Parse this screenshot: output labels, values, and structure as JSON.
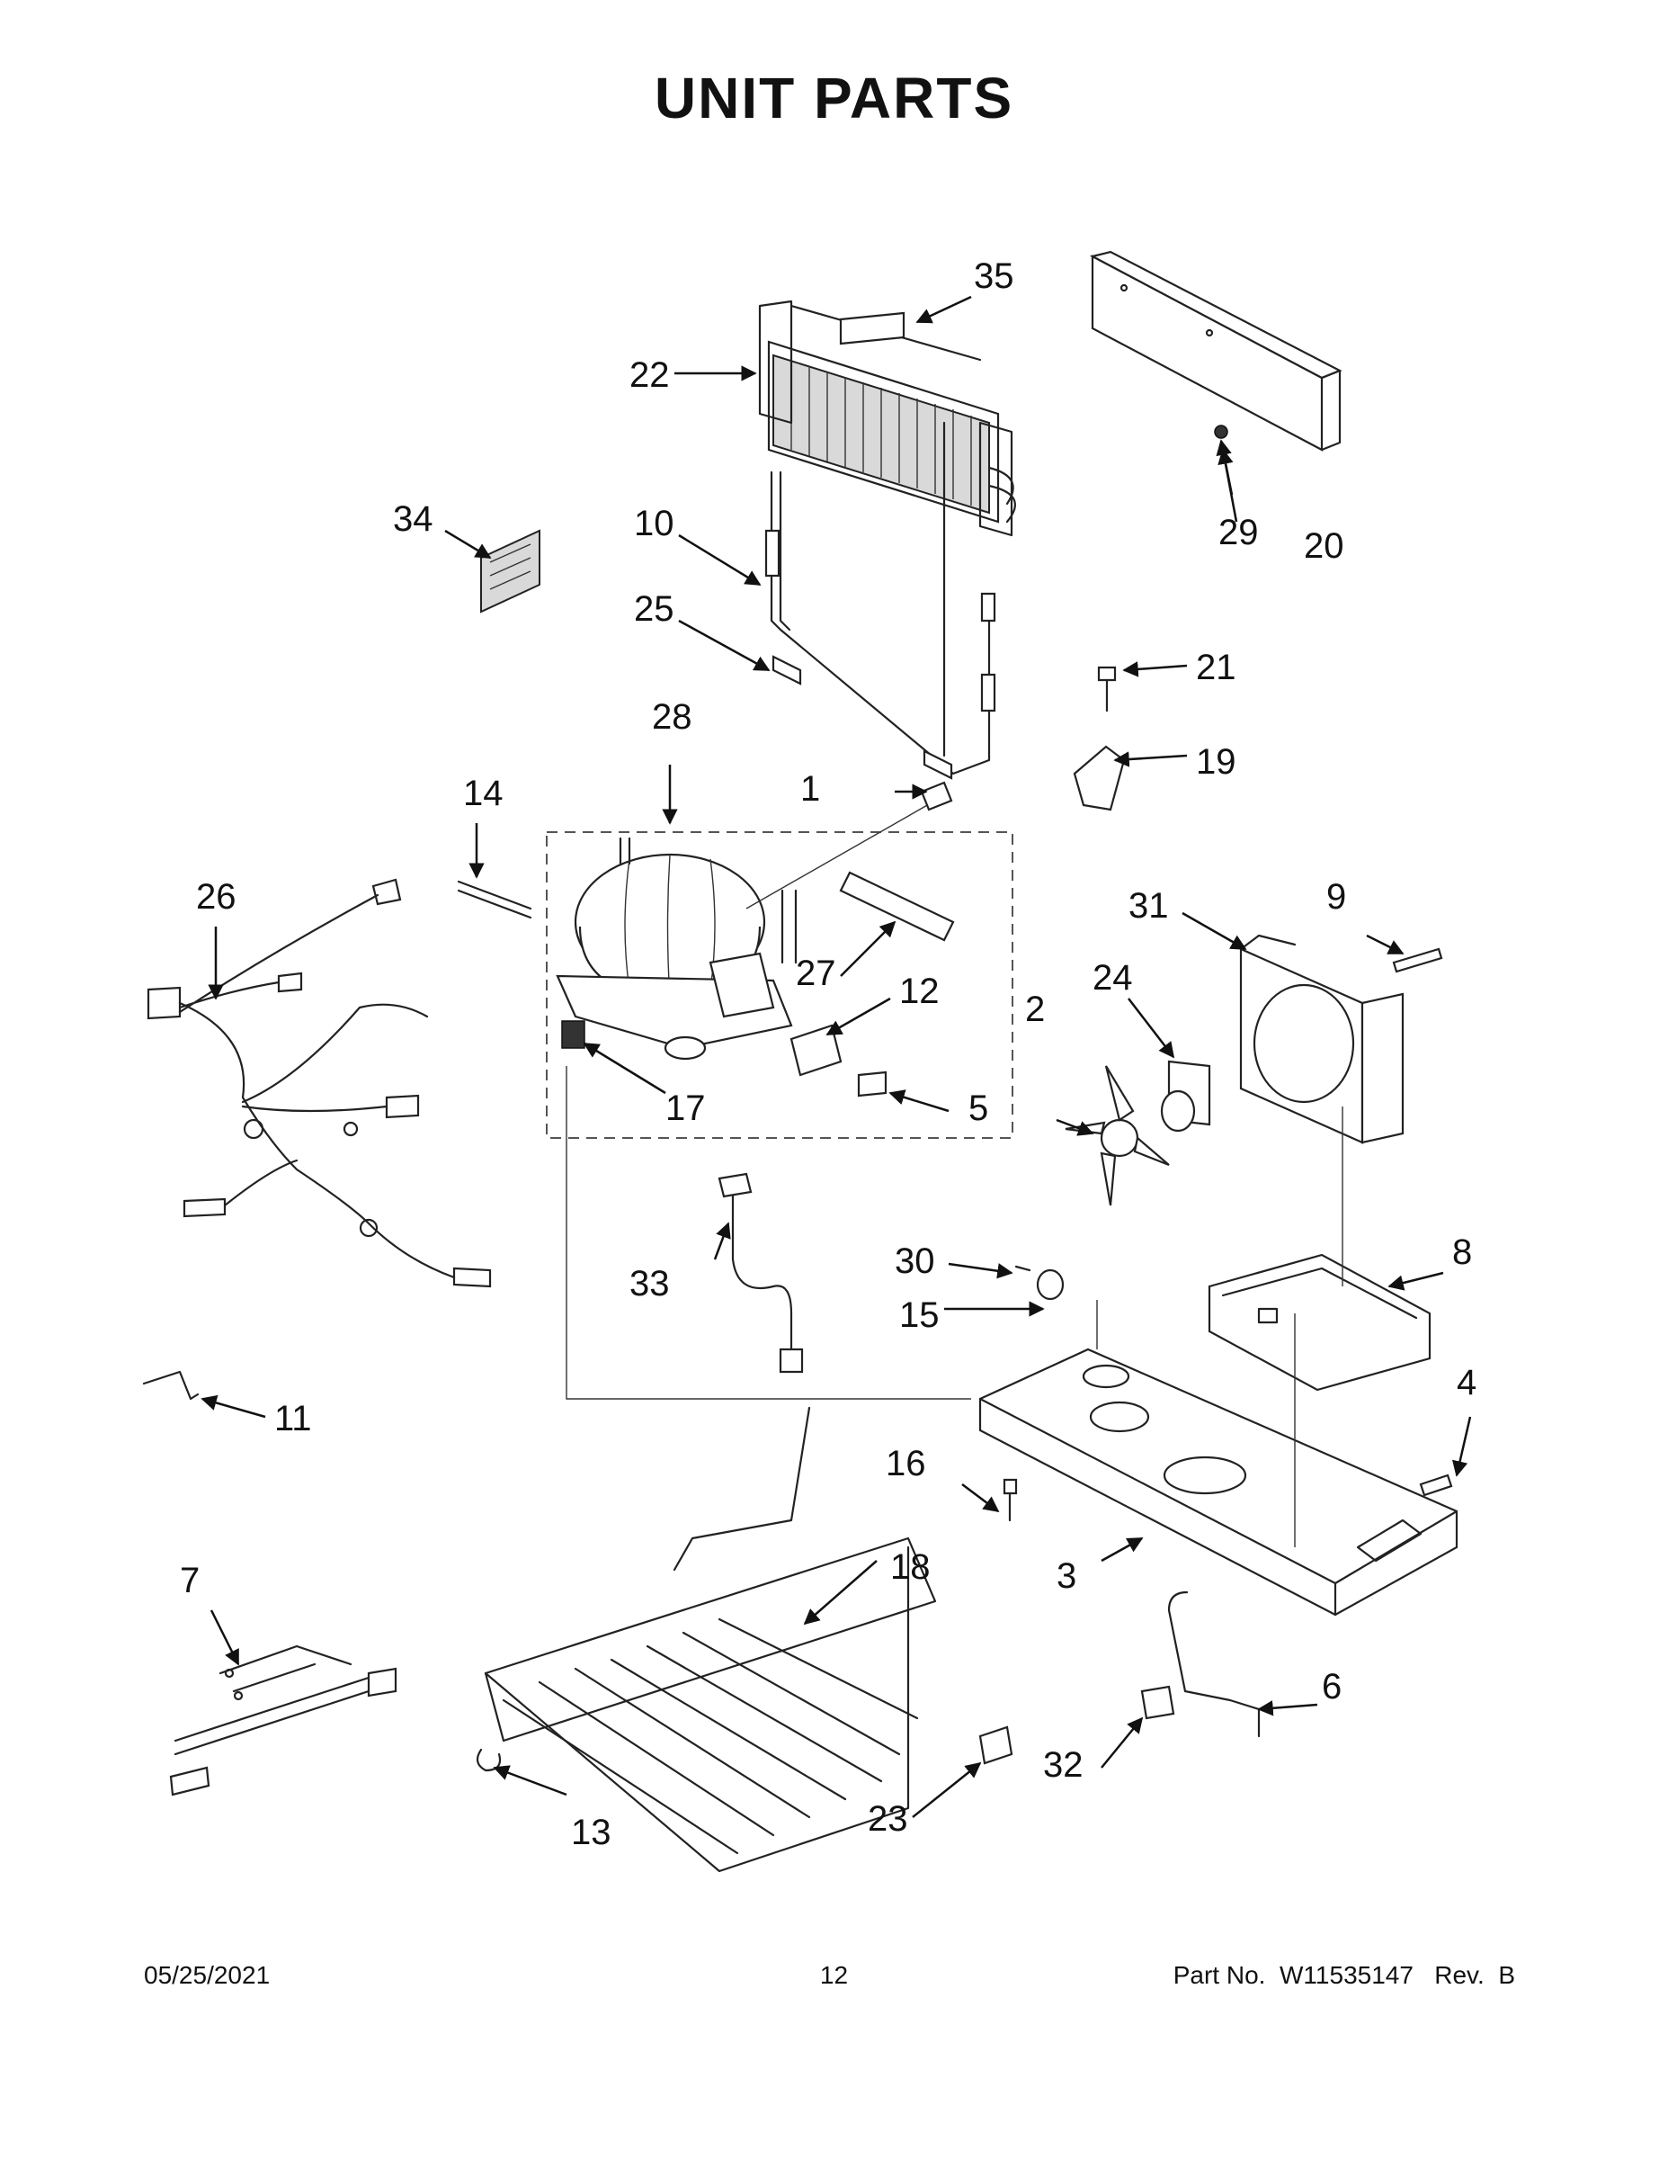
{
  "page": {
    "title": "UNIT  PARTS",
    "footer": {
      "date": "05/25/2021",
      "page_number": "12",
      "part_number": "Part No.  W11535147   Rev.  B"
    }
  },
  "callouts": [
    "1",
    "2",
    "3",
    "4",
    "5",
    "6",
    "7",
    "8",
    "9",
    "10",
    "11",
    "12",
    "13",
    "14",
    "15",
    "16",
    "17",
    "18",
    "19",
    "20",
    "21",
    "22",
    "23",
    "24",
    "25",
    "26",
    "27",
    "28",
    "29",
    "30",
    "31",
    "32",
    "33",
    "34",
    "35"
  ]
}
